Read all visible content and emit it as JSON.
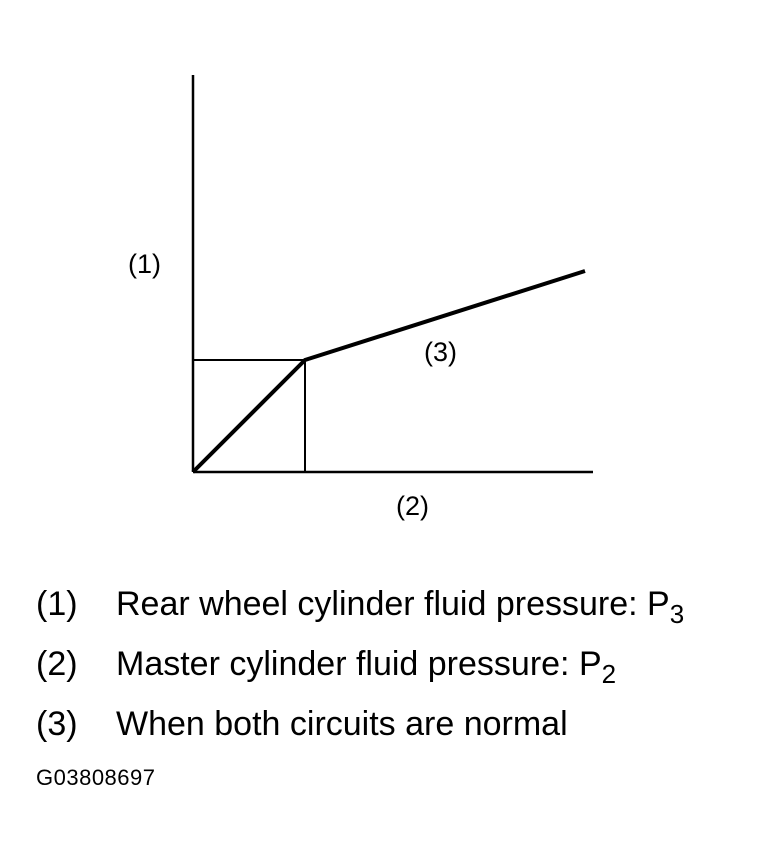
{
  "diagram": {
    "axis_callout_y": "(1)",
    "axis_callout_x": "(2)",
    "line_callout": "(3)"
  },
  "legend": [
    {
      "num": "(1)",
      "text": "Rear wheel cylinder fluid pressure: P",
      "sub": "3"
    },
    {
      "num": "(2)",
      "text": "Master cylinder fluid pressure: P",
      "sub": "2"
    },
    {
      "num": "(3)",
      "text": "When both circuits are normal",
      "sub": ""
    }
  ],
  "figure_code": "G03808697"
}
